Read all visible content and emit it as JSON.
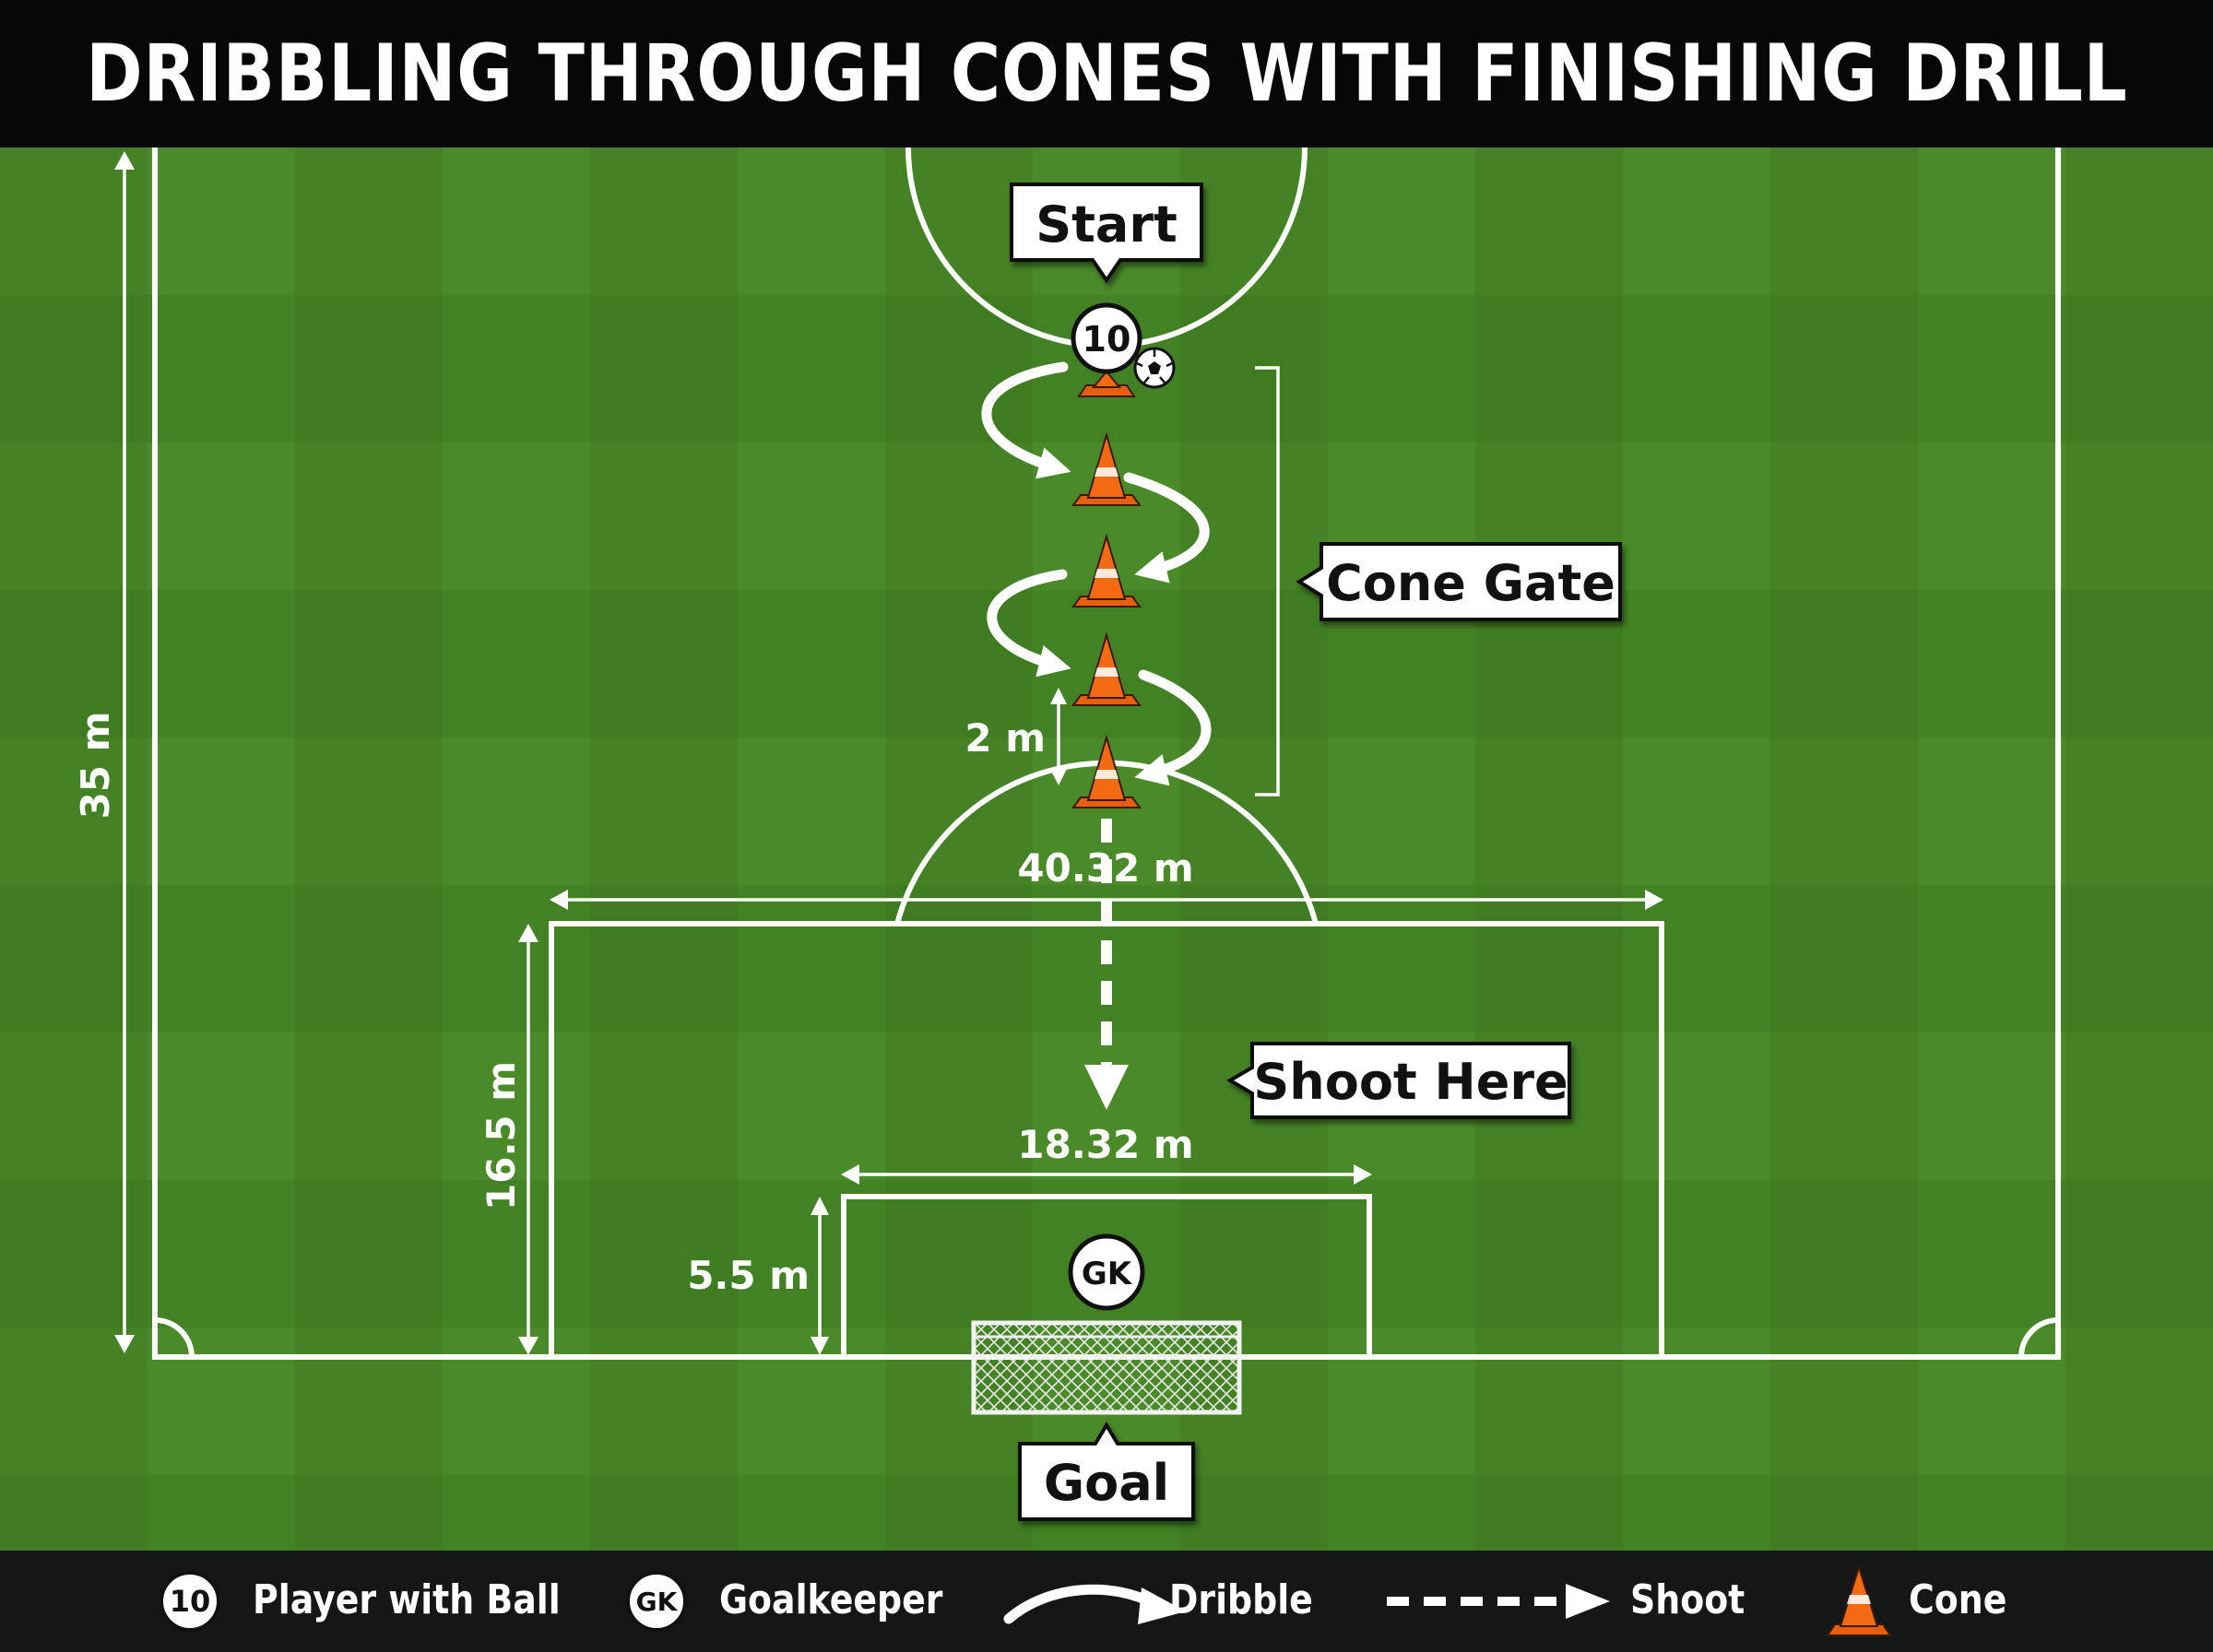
{
  "title": "DRIBBLING THROUGH CONES WITH FINISHING DRILL",
  "labels": {
    "start": "Start",
    "cone_gate": "Cone Gate",
    "shoot_here": "Shoot Here",
    "goal": "Goal"
  },
  "players": {
    "attacker_number": "10",
    "goalkeeper": "GK"
  },
  "measurements": {
    "field_length": "35 m",
    "cone_spacing": "2 m",
    "penalty_width": "40.32 m",
    "penalty_depth": "16.5 m",
    "goal_area_width": "18.32 m",
    "goal_area_depth": "5.5 m"
  },
  "legend": {
    "player_badge": "10",
    "player": "Player with Ball",
    "gk_badge": "GK",
    "goalkeeper": "Goalkeeper",
    "dribble": "Dribble",
    "shoot": "Shoot",
    "cone": "Cone"
  },
  "colors": {
    "grass_light": "#4f8f2c",
    "grass_dark": "#3f7a22",
    "cone": "#f36a12",
    "line": "#ffffff"
  }
}
